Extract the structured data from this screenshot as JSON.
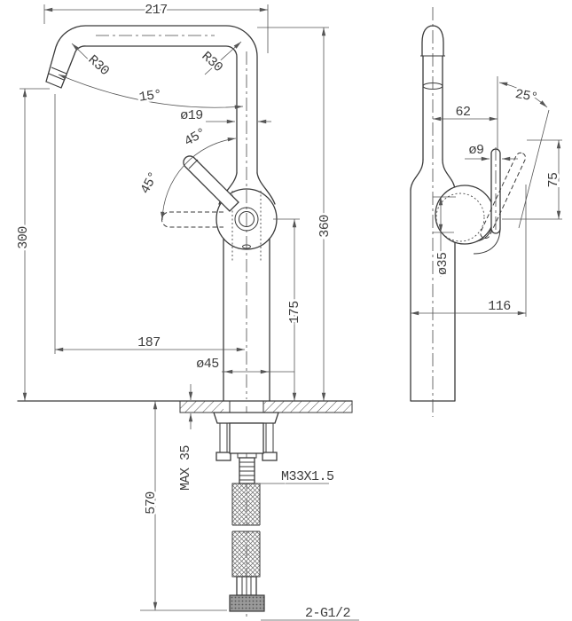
{
  "drawing": {
    "front": {
      "top_width": "217",
      "bend_radius_left": "R30",
      "bend_radius_right": "R30",
      "spout_angle": "15°",
      "pipe_diameter": "ø19",
      "handle_swing_upper": "45°",
      "handle_swing_lower": "45°",
      "spout_height": "300",
      "overall_height": "360",
      "handle_height": "175",
      "spout_reach": "187",
      "base_diameter": "ø45",
      "deck_max_thickness": "MAX 35",
      "hose_length": "570",
      "shank_thread": "M33X1.5",
      "hose_connection": "2-G1/2"
    },
    "side": {
      "handle_tilt": "25°",
      "handle_offset": "62",
      "lever_diameter": "ø9",
      "lever_length": "75",
      "cartridge_diameter": "ø35",
      "body_depth": "116"
    }
  }
}
